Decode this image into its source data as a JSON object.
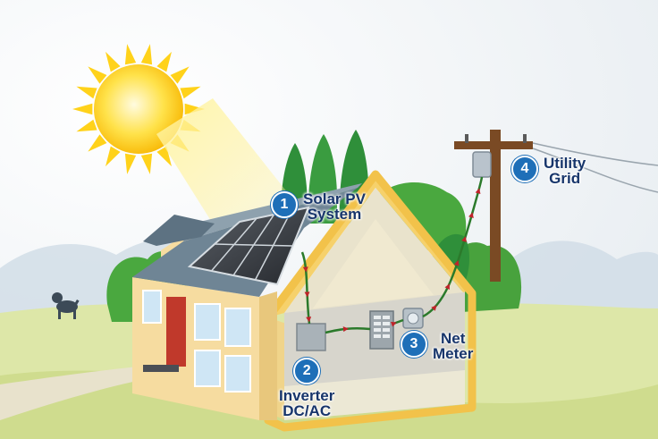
{
  "callouts": [
    {
      "number": "1",
      "line1": "Solar PV",
      "line2": "System"
    },
    {
      "number": "2",
      "line1": "Inverter",
      "line2": "DC/AC"
    },
    {
      "number": "3",
      "line1": "Net",
      "line2": "Meter"
    },
    {
      "number": "4",
      "line1": "Utility",
      "line2": "Grid"
    }
  ],
  "colors": {
    "badge": "#1e6fb8",
    "label": "#17356b",
    "wire": "#2b7a2b",
    "wire_arrows": "#c0232a",
    "sun": "#ffd21a"
  }
}
